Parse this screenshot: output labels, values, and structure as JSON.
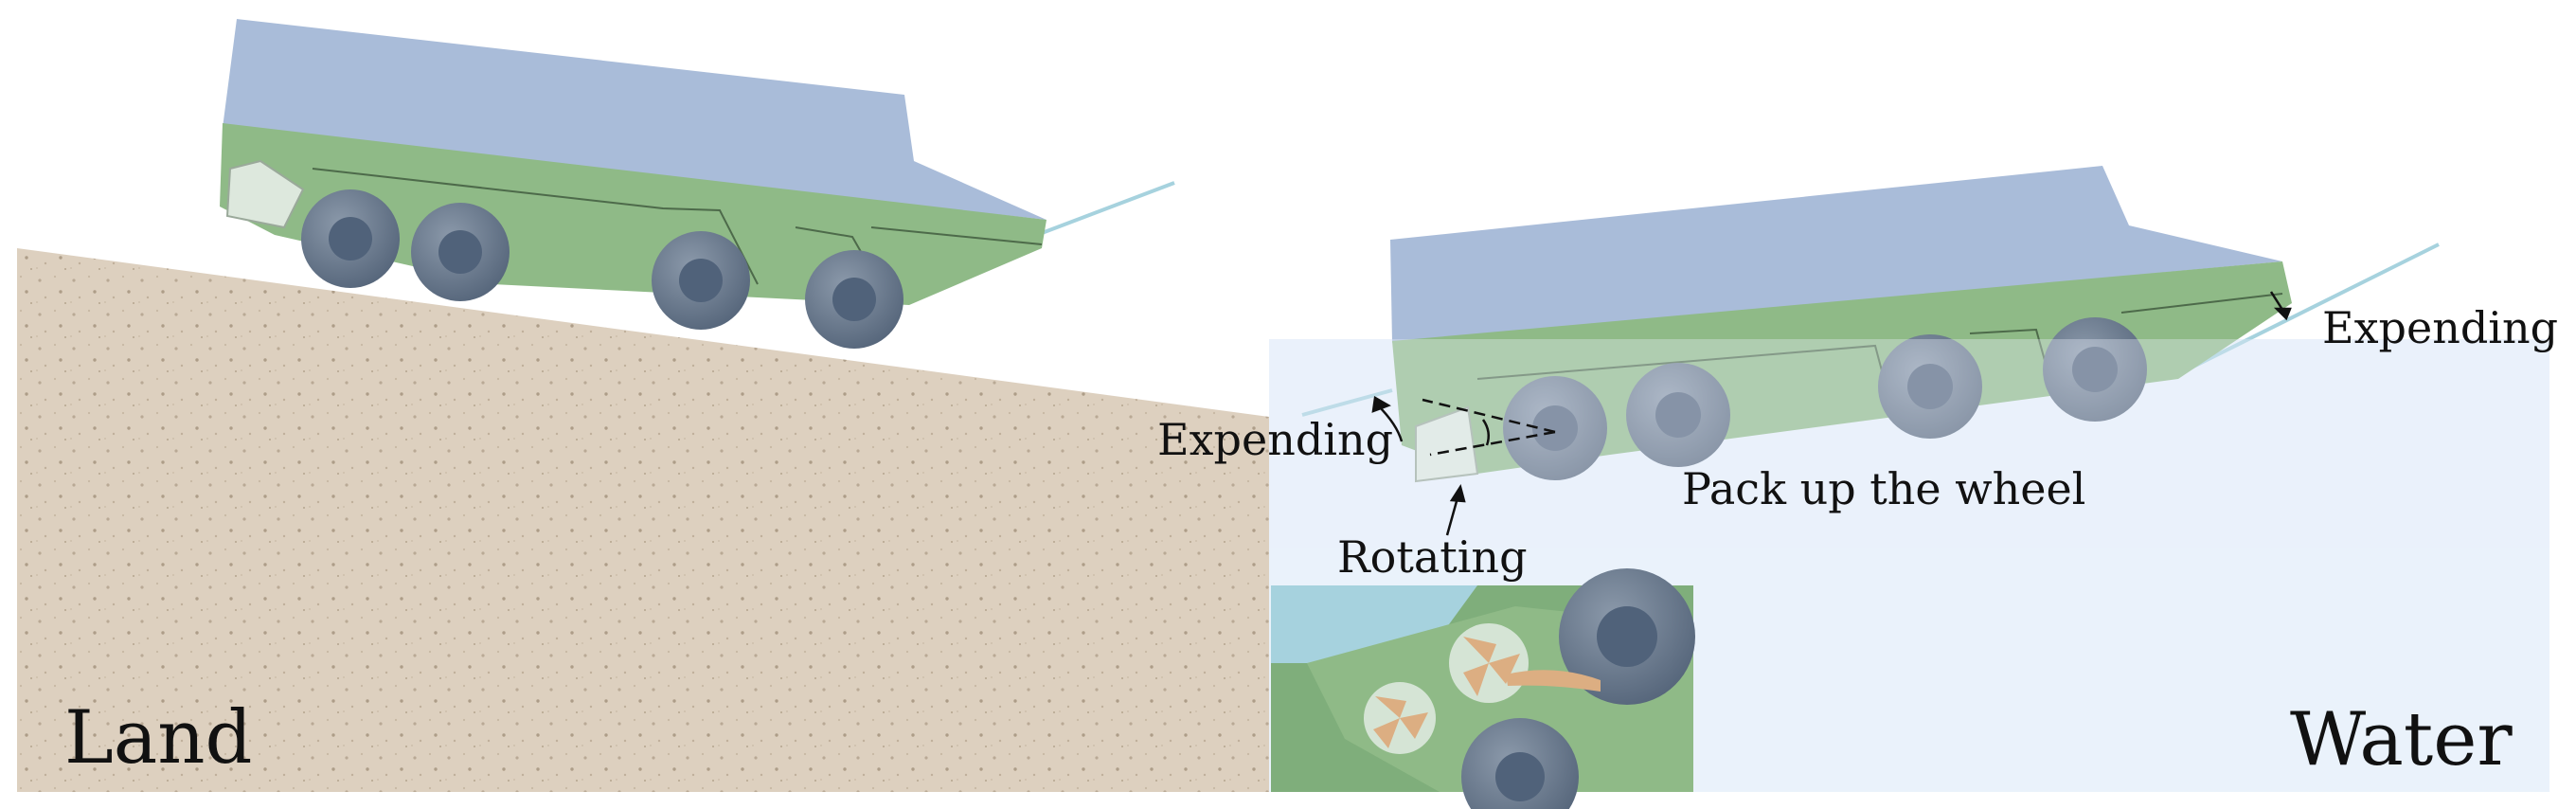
{
  "labels": {
    "land": "Land",
    "water": "Water",
    "expending_front": "Expending",
    "expending_rear": "Expending",
    "rotating": "Rotating",
    "pack_up": "Pack up the wheel"
  },
  "colors": {
    "hull_top": "#a9bcd9",
    "hull_side": "#8fba87",
    "hull_line": "#4d6a4a",
    "wheel": "#6f7e91",
    "wheel_hub": "#50627a",
    "sand": "#ddd0bf",
    "water": "#eaf2fb",
    "plate": "#a6d2de",
    "propeller": "#dcae82"
  }
}
